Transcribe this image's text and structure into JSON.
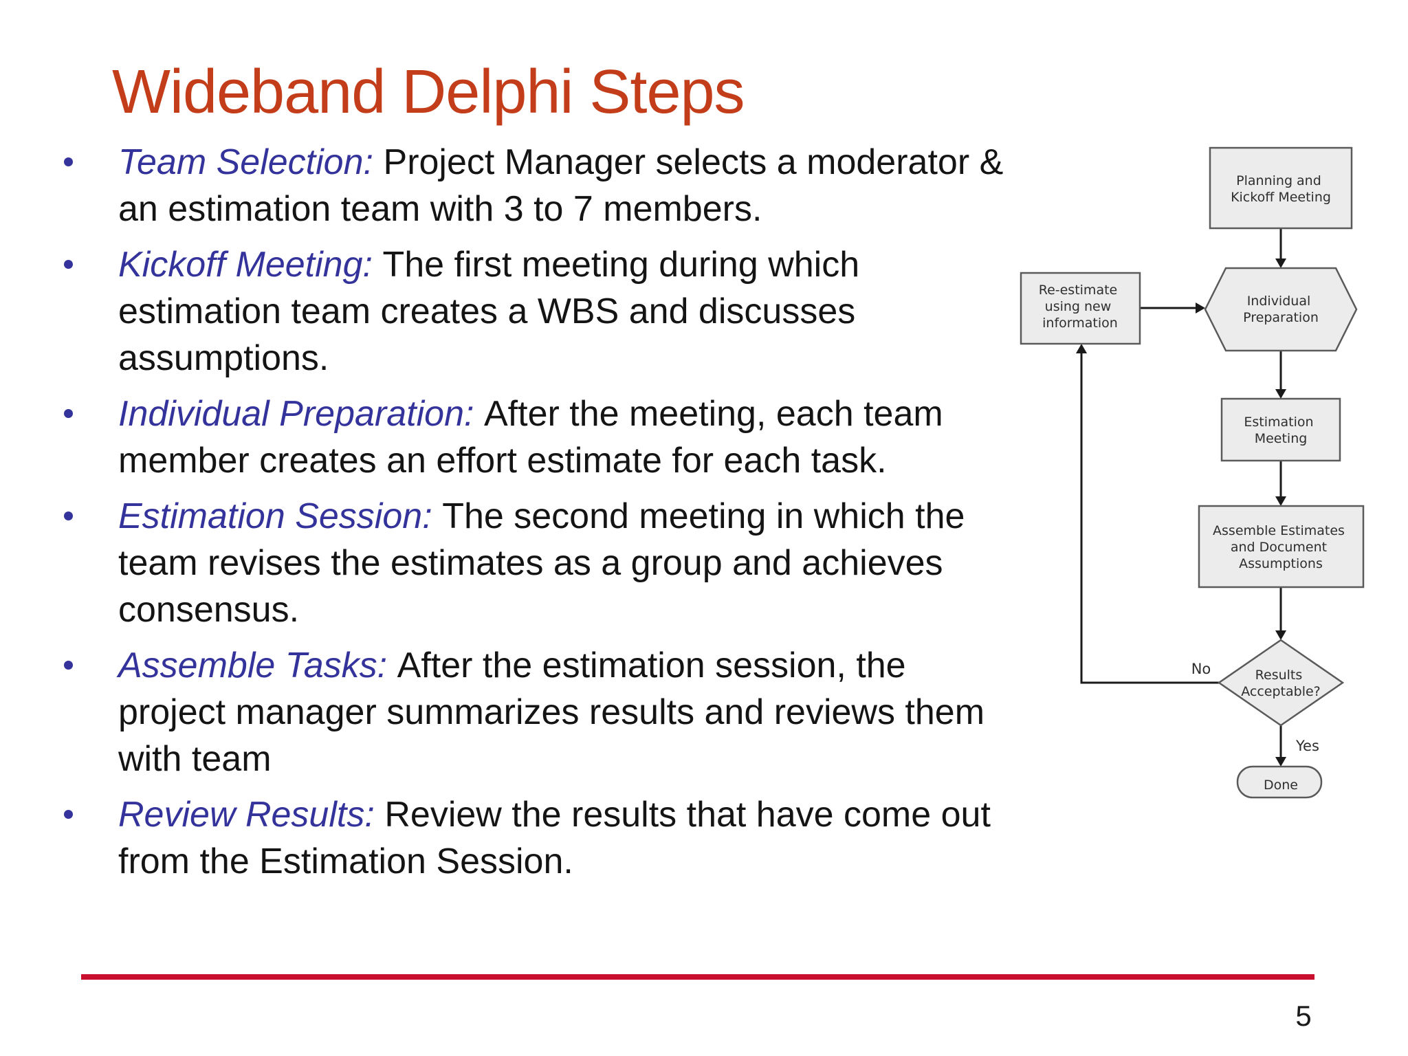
{
  "slide": {
    "title": "Wideband Delphi Steps",
    "page_number": "5",
    "colors": {
      "title_text": "#C33D1A",
      "accent_blue": "#34339B",
      "body_text": "#141414",
      "divider_red": "#C8102E",
      "node_fill": "#ECECEC",
      "node_border": "#5A5A5A",
      "flow_line": "#1A1A1A"
    }
  },
  "bullets": [
    {
      "lead": "Team Selection:",
      "lines": [
        "Project Manager selects a moderator &",
        "an estimation team with 3 to 7 members."
      ]
    },
    {
      "lead": "Kickoff Meeting:",
      "lines": [
        "The first meeting during which",
        "estimation team creates a WBS and discusses",
        "assumptions."
      ]
    },
    {
      "lead": "Individual Preparation:",
      "lines": [
        "After the meeting, each team",
        "member creates an effort estimate for each task."
      ]
    },
    {
      "lead": "Estimation Session:",
      "lines": [
        "The second meeting in which the",
        "team revises the estimates as a group and achieves",
        "consensus."
      ]
    },
    {
      "lead": "Assemble Tasks:",
      "lines": [
        "After the estimation session, the",
        "project manager summarizes results and reviews them",
        "with team"
      ]
    },
    {
      "lead": "Review Results:",
      "lines": [
        "Review the results that have come out",
        "from the Estimation Session."
      ]
    }
  ],
  "flowchart": {
    "nodes": {
      "planning": {
        "lines": [
          "Planning and",
          "Kickoff Meeting"
        ]
      },
      "reestimate": {
        "lines": [
          "Re-estimate",
          "using new",
          "information"
        ]
      },
      "individual": {
        "lines": [
          "Individual",
          "Preparation"
        ]
      },
      "estimation": {
        "lines": [
          "Estimation",
          "Meeting"
        ]
      },
      "assemble": {
        "lines": [
          "Assemble Estimates",
          "and Document",
          "Assumptions"
        ]
      },
      "decision": {
        "lines": [
          "Results",
          "Acceptable?"
        ]
      },
      "done": {
        "label": "Done"
      }
    },
    "edge_labels": {
      "no": "No",
      "yes": "Yes"
    }
  }
}
